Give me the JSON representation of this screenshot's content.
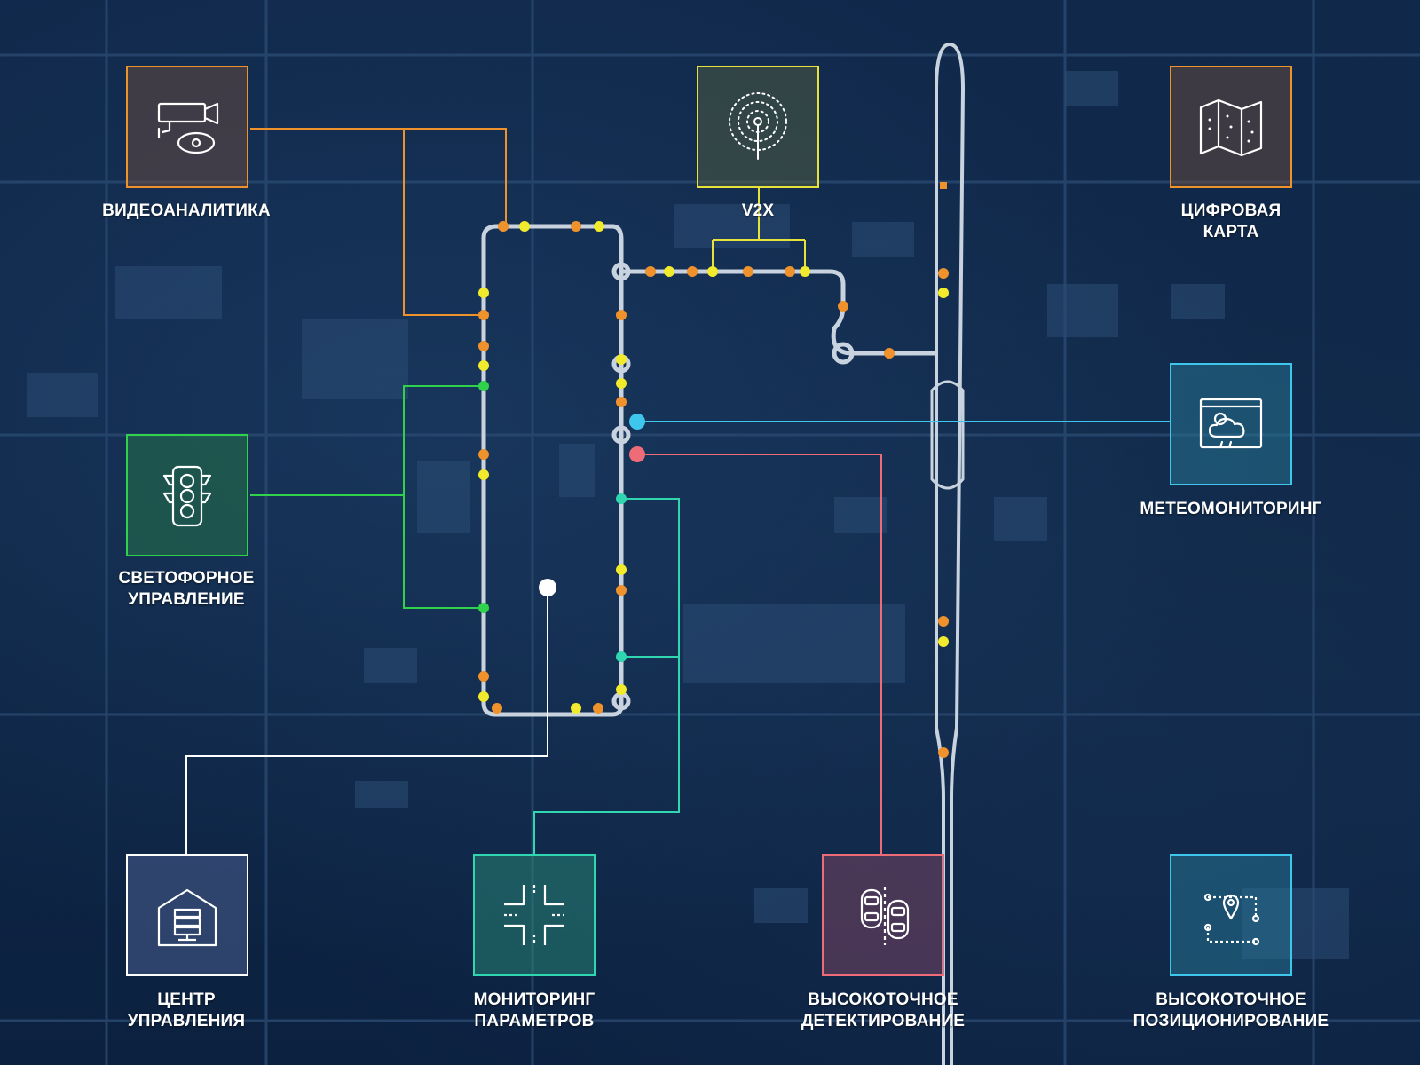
{
  "tiles": {
    "video": {
      "line1": "ВИДЕОАНАЛИТИКА",
      "line2": "",
      "color": "#f0922b"
    },
    "v2x": {
      "line1": "V2X",
      "line2": "",
      "color": "#e6e23a"
    },
    "digital_map": {
      "line1": "ЦИФРОВАЯ",
      "line2": "КАРТА",
      "color": "#f0922b"
    },
    "traffic_light": {
      "line1": "СВЕТОФОРНОЕ",
      "line2": "УПРАВЛЕНИЕ",
      "color": "#2fd24a"
    },
    "meteo": {
      "line1": "МЕТЕОМОНИТОРИНГ",
      "line2": "",
      "color": "#3fc6ec"
    },
    "control_center": {
      "line1": "ЦЕНТР",
      "line2": "УПРАВЛЕНИЯ",
      "color": "#ffffff"
    },
    "param_monitoring": {
      "line1": "МОНИТОРИНГ",
      "line2": "ПАРАМЕТРОВ",
      "color": "#2fd6b0"
    },
    "hp_detection": {
      "line1": "ВЫСОКОТОЧНОЕ",
      "line2": "ДЕТЕКТИРОВАНИЕ",
      "color": "#ee6b78"
    },
    "hp_positioning": {
      "line1": "ВЫСОКОТОЧНОЕ",
      "line2": "ПОЗИЦИОНИРОВАНИЕ",
      "color": "#3fc6ec"
    }
  },
  "icons": {
    "video": "camera-eye-icon",
    "v2x": "antenna-signal-icon",
    "digital_map": "folded-map-icon",
    "traffic_light": "traffic-light-icon",
    "meteo": "weather-cloud-icon",
    "control_center": "server-house-icon",
    "param_monitoring": "intersection-icon",
    "hp_detection": "two-cars-icon",
    "hp_positioning": "route-pin-icon"
  },
  "colors": {
    "route": "#c9d3df",
    "orange_marker": "#f0922b",
    "yellow_marker": "#f2ea2c",
    "green_marker": "#2fd24a",
    "teal_marker": "#2fd6b0",
    "cyan_marker": "#3fc6ec",
    "pink_marker": "#ee6b78"
  }
}
